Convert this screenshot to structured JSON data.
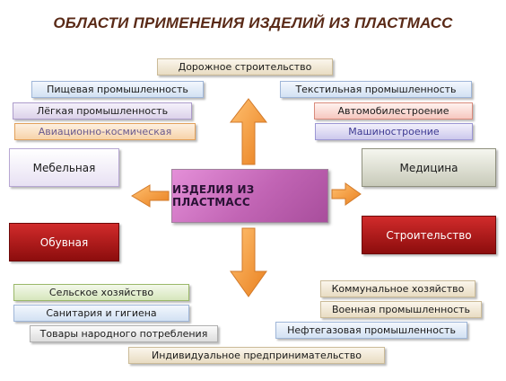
{
  "title": "ОБЛАСТИ ПРИМЕНЕНИЯ ИЗДЕЛИЙ ИЗ ПЛАСТМАСС",
  "center": "ИЗДЕЛИЯ ИЗ ПЛАСТМАСС",
  "top_box": "Дорожное строительство",
  "left_top": [
    "Пищевая промышленность",
    "Лёгкая промышленность",
    "Авиационно-космическая"
  ],
  "right_top": [
    "Текстильная промышленность",
    "Автомобилестроение",
    "Машиностроение"
  ],
  "left_big": [
    "Мебельная",
    "Обувная"
  ],
  "right_big": [
    "Медицина",
    "Строительство"
  ],
  "left_bottom": [
    "Сельское хозяйство",
    "Санитария и гигиена",
    "Товары народного потребления"
  ],
  "right_bottom": [
    "Коммунальное хозяйство",
    "Военная промышленность",
    "Нефтегазовая промышленность"
  ],
  "bottom_box": "Индивидуальное предпринимательство",
  "colors": {
    "arrow": "#f29a38",
    "center": "#c164b4",
    "title": "#5a2a17"
  }
}
